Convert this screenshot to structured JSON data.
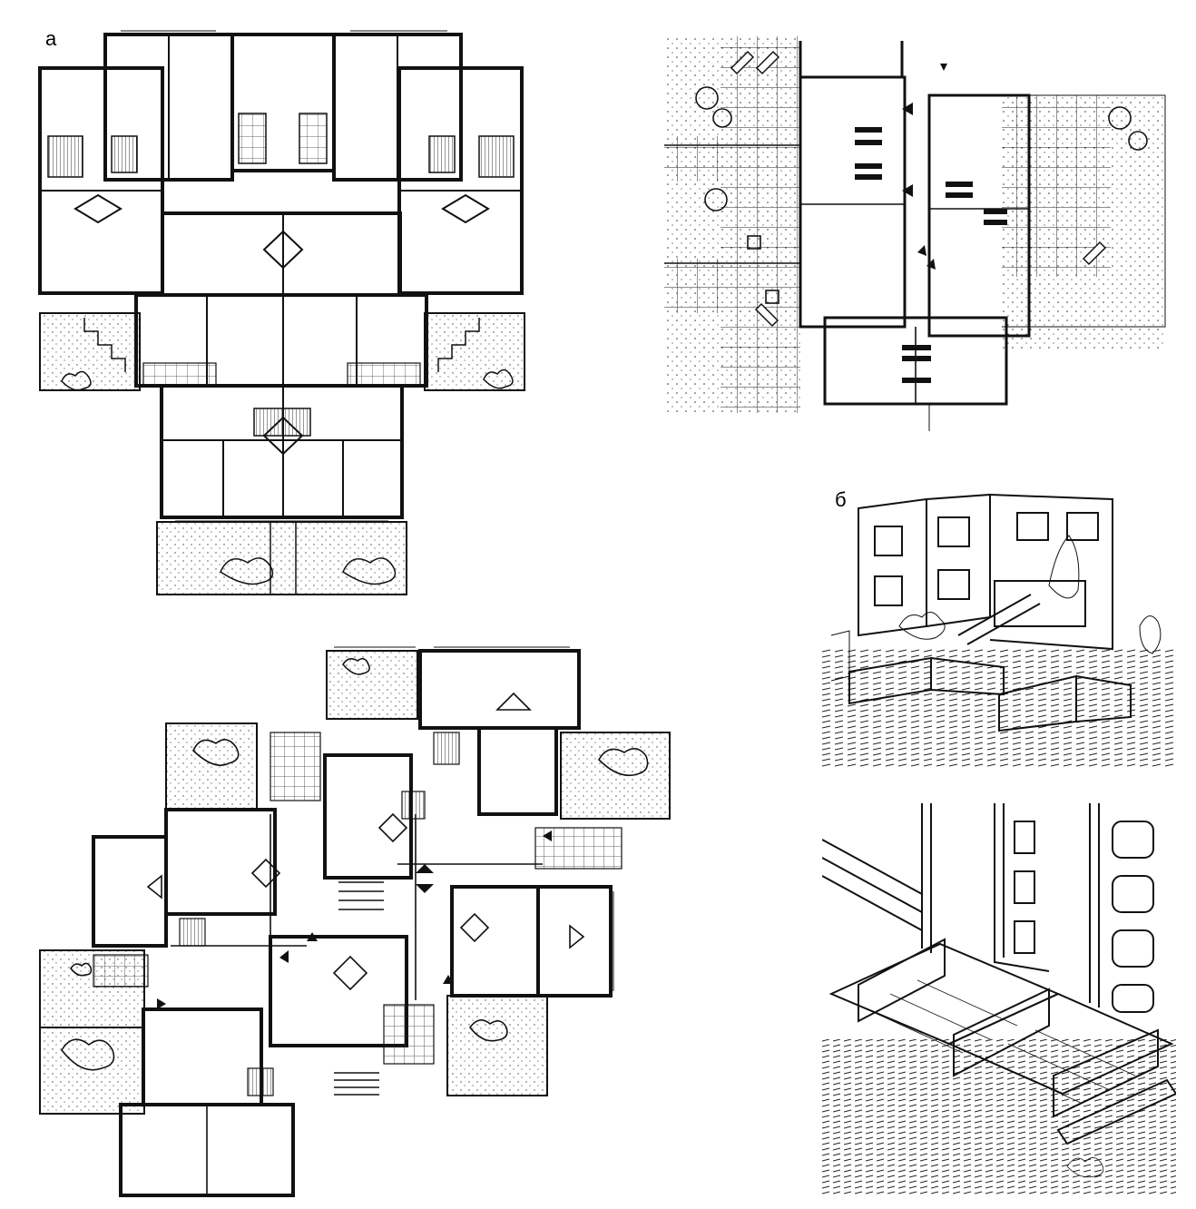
{
  "labels": {
    "a": "а",
    "b": "б"
  },
  "colors": {
    "ink": "#111111",
    "paper": "#ffffff",
    "hatch": "#555555"
  },
  "panels": [
    {
      "id": "plan-a",
      "kind": "floor-plan"
    },
    {
      "id": "plan-top-right",
      "kind": "ground-plan"
    },
    {
      "id": "plan-bottom-left",
      "kind": "floor-plan"
    },
    {
      "id": "perspective-b1",
      "kind": "perspective-sketch"
    },
    {
      "id": "perspective-b2",
      "kind": "perspective-sketch"
    }
  ]
}
